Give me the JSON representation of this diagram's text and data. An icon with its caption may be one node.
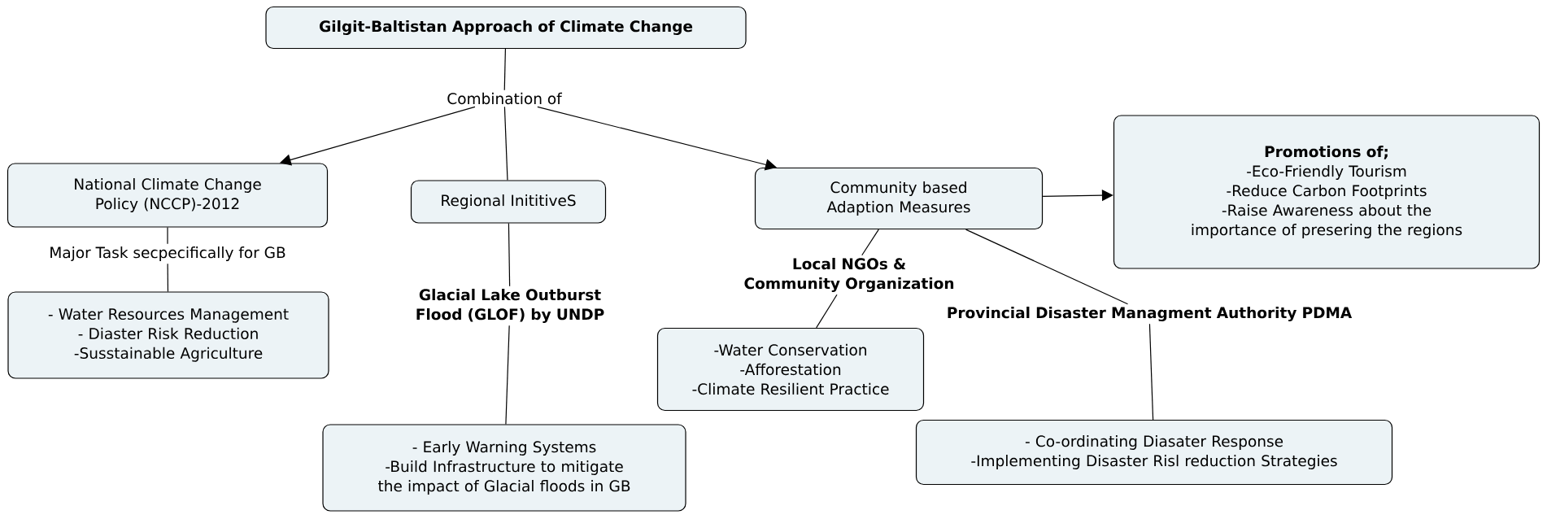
{
  "diagram": {
    "nodes": [
      {
        "text": [
          "Gilgit-Baltistan Approach of Climate Change"
        ]
      },
      {
        "text": [
          "Combination of"
        ]
      },
      {
        "text": [
          "National Climate Change Policy (NCCP)-2012"
        ]
      },
      {
        "text": [
          "Regional InititiveS"
        ]
      },
      {
        "text": [
          "Community based Adaption Measures"
        ]
      },
      {
        "text": [
          "Promotions of;",
          "-Eco-Friendly Tourism",
          "-Reduce Carbon Footprints",
          "-Raise Awareness about the importance of presering the regions"
        ]
      },
      {
        "text": [
          "Major Task secpecifically for GB"
        ]
      },
      {
        "text": [
          "- Water Resources Management",
          "- Diaster Risk Reduction",
          "-Susstainable Agriculture"
        ]
      },
      {
        "text": [
          "Glacial Lake Outburst Flood (GLOF) by UNDP"
        ]
      },
      {
        "text": [
          "- Early Warning Systems",
          "-Build Infrastructure to mitigate the impact of Glacial floods in GB"
        ]
      },
      {
        "text": [
          "Local NGOs & Community Organization"
        ]
      },
      {
        "text": [
          "-Water Conservation",
          "-Afforestation",
          "-Climate Resilient Practice"
        ]
      },
      {
        "text": [
          "Provincial  Disaster Managment Authority PDMA"
        ]
      },
      {
        "text": [
          "- Co-ordinating Diasater Response",
          "-Implementing Disaster Risl reduction Strategies"
        ]
      }
    ],
    "edges": [
      {
        "from": 0,
        "to": 1,
        "arrow": "none"
      },
      {
        "from": 1,
        "to": 2,
        "arrow": "to"
      },
      {
        "from": 1,
        "to": 3,
        "arrow": "none"
      },
      {
        "from": 1,
        "to": 4,
        "arrow": "to"
      },
      {
        "from": 4,
        "to": 5,
        "arrow": "to"
      },
      {
        "from": 2,
        "to": 6,
        "arrow": "none"
      },
      {
        "from": 6,
        "to": 7,
        "arrow": "none"
      },
      {
        "from": 3,
        "to": 8,
        "arrow": "none"
      },
      {
        "from": 8,
        "to": 9,
        "arrow": "none"
      },
      {
        "from": 4,
        "to": 10,
        "arrow": "none"
      },
      {
        "from": 10,
        "to": 11,
        "arrow": "none"
      },
      {
        "from": 4,
        "to": 12,
        "arrow": "none"
      },
      {
        "from": 12,
        "to": 13,
        "arrow": "none"
      }
    ]
  }
}
